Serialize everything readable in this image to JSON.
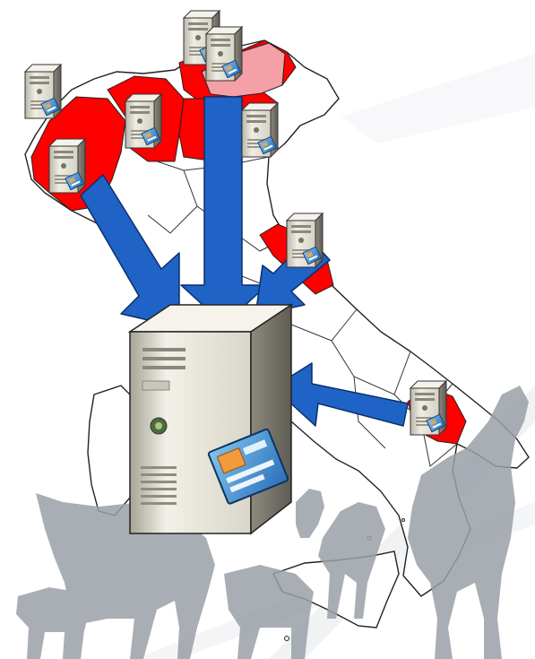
{
  "diagram": {
    "colors": {
      "background": "#ffffff",
      "map_outline": "#222222",
      "map_fill": "#ffffff",
      "highlight_region": "#ff0000",
      "highlight_light": "#f4a0a6",
      "arrow": "#1f63c6",
      "arrow_outline": "#0c2f6a",
      "silhouette": "#9aa0a8",
      "server_body": "#e4e2d6",
      "server_shadow": "#7d7b70"
    },
    "regional_servers": [
      {
        "id": "server-northwest-top",
        "icon": "server-icon"
      },
      {
        "id": "server-north-center",
        "icon": "server-icon"
      },
      {
        "id": "server-north-top-back",
        "icon": "server-icon"
      },
      {
        "id": "server-north-top-front",
        "icon": "server-icon"
      },
      {
        "id": "server-northeast",
        "icon": "server-icon"
      },
      {
        "id": "server-northwest-bottom",
        "icon": "server-icon"
      },
      {
        "id": "server-center-east",
        "icon": "server-icon"
      },
      {
        "id": "server-south",
        "icon": "server-icon"
      }
    ],
    "central_server": {
      "icon": "central-server-icon",
      "badge": "database-card-icon"
    },
    "arrows": [
      "arrow-from-northwest",
      "arrow-from-north",
      "arrow-from-center-east",
      "arrow-from-south"
    ],
    "background_decor": [
      "animal-silhouettes"
    ]
  }
}
